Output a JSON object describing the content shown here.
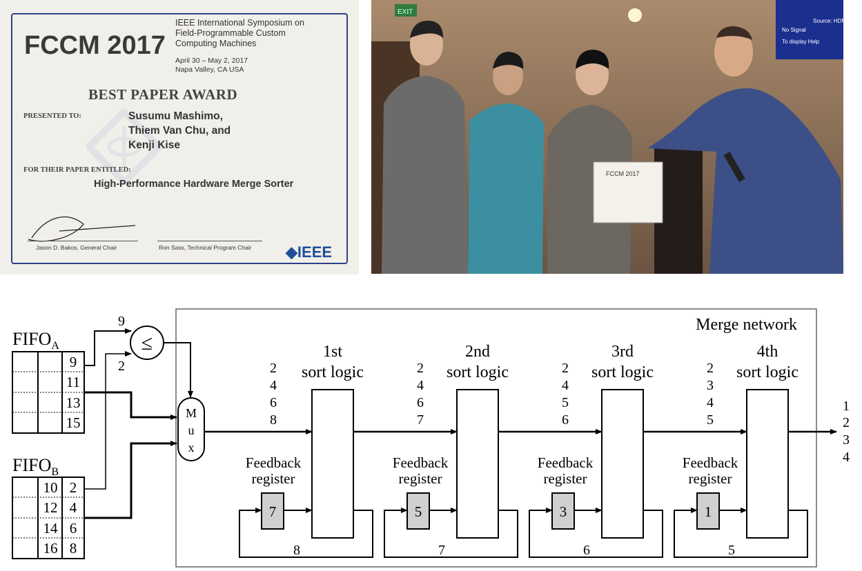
{
  "certificate": {
    "event": "FCCM 2017",
    "symposium": [
      "IEEE International Symposium on",
      "Field-Programmable Custom",
      "Computing Machines"
    ],
    "dates": "April 30 – May 2, 2017",
    "location": "Napa Valley, CA USA",
    "award": "BEST PAPER AWARD",
    "presented_to_label": "PRESENTED TO:",
    "recipients": [
      "Susumu Mashimo,",
      "Thiem Van Chu, and",
      "Kenji Kise"
    ],
    "paper_label": "FOR THEIR PAPER ENTITLED:",
    "paper_title": "High-Performance Hardware Merge Sorter",
    "signatories": [
      "Jason D. Bakos, General Chair",
      "Ron Sass, Technical Program Chair"
    ],
    "logo": "IEEE"
  },
  "photo": {
    "screen_text": [
      "Source: HDMI",
      "No Signal",
      "To display Help"
    ],
    "exit_sign": "EXIT",
    "held_certificate": "FCCM 2017"
  },
  "diagram": {
    "network_label": "Merge network",
    "fifo_a": {
      "label": "FIFO",
      "sub": "A",
      "cells": [
        "9",
        "11",
        "13",
        "15"
      ]
    },
    "fifo_b": {
      "label": "FIFO",
      "sub": "B",
      "col1": [
        "10",
        "12",
        "14",
        "16"
      ],
      "col2": [
        "2",
        "4",
        "6",
        "8"
      ]
    },
    "comparator": {
      "symbol": "≤",
      "input_a": "9",
      "input_b": "2"
    },
    "mux": [
      "M",
      "u",
      "x"
    ],
    "stages": [
      {
        "ordinal": "1st",
        "label": "sort logic",
        "inputs": [
          "2",
          "4",
          "6",
          "8"
        ],
        "feedback": "7",
        "loop": "8"
      },
      {
        "ordinal": "2nd",
        "label": "sort logic",
        "inputs": [
          "2",
          "4",
          "6",
          "7"
        ],
        "feedback": "5",
        "loop": "7"
      },
      {
        "ordinal": "3rd",
        "label": "sort logic",
        "inputs": [
          "2",
          "4",
          "5",
          "6"
        ],
        "feedback": "3",
        "loop": "6"
      },
      {
        "ordinal": "4th",
        "label": "sort logic",
        "inputs": [
          "2",
          "3",
          "4",
          "5"
        ],
        "feedback": "1",
        "loop": "5"
      }
    ],
    "feedback_label": [
      "Feedback",
      "register"
    ],
    "outputs": [
      "1",
      "2",
      "3",
      "4"
    ]
  }
}
